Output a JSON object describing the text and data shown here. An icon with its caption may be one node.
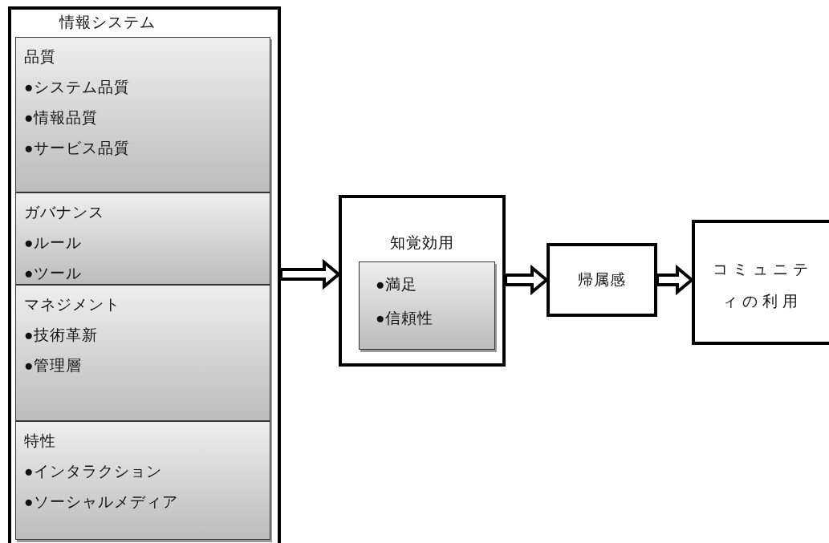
{
  "diagram": {
    "nodes": [
      {
        "text": [
          "情報システム"
        ]
      },
      {
        "text": [
          "品質",
          "●システム品質",
          "●情報品質",
          "●サービス品質"
        ],
        "in": 0
      },
      {
        "text": [
          "ガバナンス",
          "●ルール",
          "●ツール"
        ],
        "in": 0
      },
      {
        "text": [
          "マネジメント",
          "●技術革新",
          "●管理層"
        ],
        "in": 0
      },
      {
        "text": [
          "特性",
          "●インタラクション",
          "●ソーシャルメディア"
        ],
        "in": 0
      },
      {
        "text": [
          "知覚効用"
        ]
      },
      {
        "text": [
          "●満足",
          "●信頼性"
        ],
        "in": 5
      },
      {
        "text": [
          "帰属感"
        ]
      },
      {
        "text": [
          "コミュニティの利用"
        ]
      }
    ],
    "edges": [
      {
        "from": 0,
        "to": 5,
        "arrow": "to"
      },
      {
        "from": 5,
        "to": 7,
        "arrow": "to"
      },
      {
        "from": 7,
        "to": 8,
        "arrow": "to"
      }
    ]
  }
}
